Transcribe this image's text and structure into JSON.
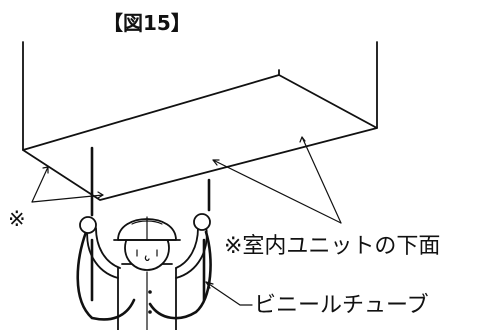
{
  "figure": {
    "title": "【図15】",
    "marker_left": "※",
    "label_bottom_surface": "※室内ユニットの下面",
    "label_tube": "ビニールチューブ"
  },
  "colors": {
    "line": "#111111",
    "background": "#ffffff"
  },
  "icons": {
    "worker": "worker-with-helmet-icon",
    "ceiling_unit": "indoor-unit-box-icon"
  }
}
